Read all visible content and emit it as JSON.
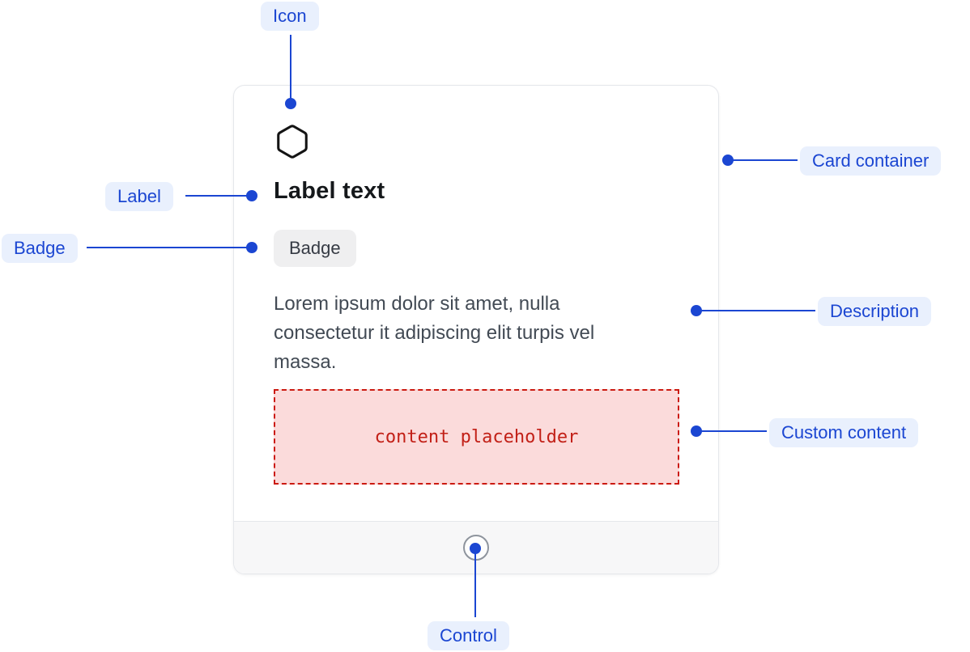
{
  "annotations": {
    "icon": {
      "label": "Icon"
    },
    "label": {
      "label": "Label"
    },
    "badge": {
      "label": "Badge"
    },
    "card_container": {
      "label": "Card container"
    },
    "description": {
      "label": "Description"
    },
    "custom_content": {
      "label": "Custom content"
    },
    "control": {
      "label": "Control"
    }
  },
  "card": {
    "icon": "hexagon-icon",
    "title": "Label text",
    "badge": "Badge",
    "description_lines": [
      "Lorem ipsum dolor sit amet, nulla",
      "consectetur it adipiscing elit turpis vel",
      "massa."
    ],
    "placeholder": "content placeholder"
  },
  "colors": {
    "annotation_blue": "#1b46d2",
    "annotation_pill_bg": "#e9f0fd",
    "card_border": "#e5e7eb",
    "footer_bg": "#f7f7f8",
    "badge_bg": "#efeff0",
    "badge_text": "#363b44",
    "title_text": "#15181b",
    "description_text": "#424a54",
    "placeholder_bg": "#fbdbdb",
    "placeholder_border": "#cb1a10",
    "placeholder_text": "#c22017",
    "control_border": "#8e949d"
  }
}
